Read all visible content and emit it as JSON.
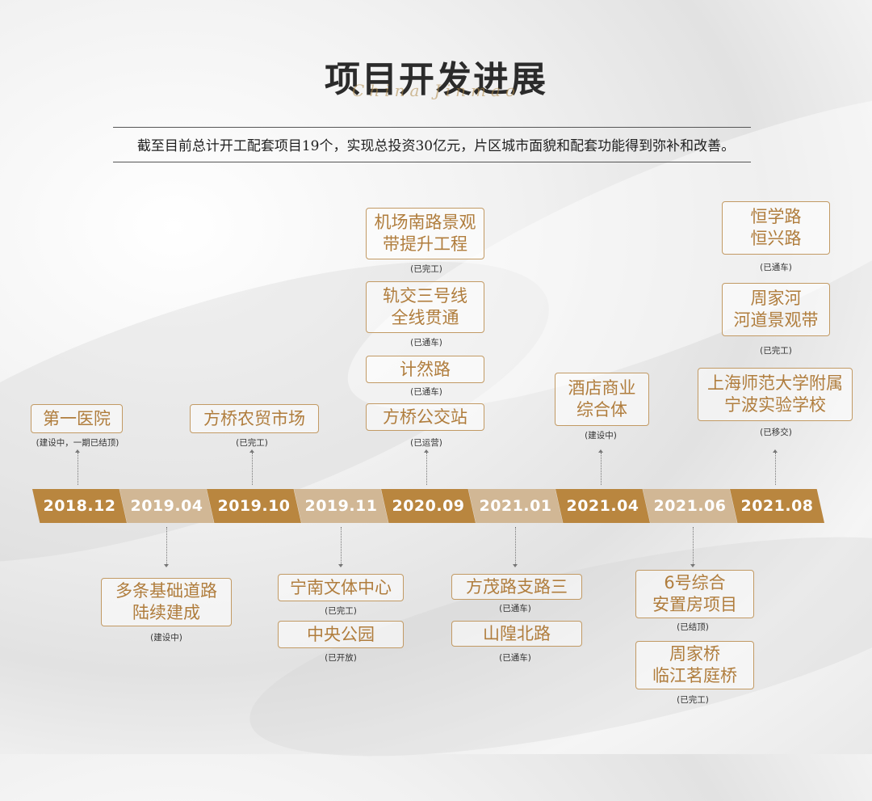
{
  "header": {
    "title": "项目开发进展",
    "script": "China Jinmao",
    "subtitle": "截至目前总计开工配套项目19个，实现总投资30亿元，片区城市面貌和配套功能得到弥补和改善。"
  },
  "colors": {
    "dark_segment": "#b9863f",
    "light_segment": "#d1b795",
    "box_border": "#c29a64",
    "box_text": "#b07d3d"
  },
  "timeline": [
    {
      "date": "2018.12",
      "style": "dark"
    },
    {
      "date": "2019.04",
      "style": "light"
    },
    {
      "date": "2019.10",
      "style": "dark"
    },
    {
      "date": "2019.11",
      "style": "light"
    },
    {
      "date": "2020.09",
      "style": "dark"
    },
    {
      "date": "2021.01",
      "style": "light"
    },
    {
      "date": "2021.04",
      "style": "dark"
    },
    {
      "date": "2021.06",
      "style": "light"
    },
    {
      "date": "2021.08",
      "style": "dark"
    }
  ],
  "projects": {
    "p1": {
      "name": "第一医院",
      "status": "(建设中，一期已结顶)"
    },
    "p2": {
      "name": "多条基础道路\n陆续建成",
      "status": "(建设中)"
    },
    "p3": {
      "name": "方桥农贸市场",
      "status": "(已完工)"
    },
    "p4": {
      "name": "宁南文体中心",
      "status": "(已完工)"
    },
    "p5": {
      "name": "中央公园",
      "status": "(已开放)"
    },
    "p6": {
      "name": "机场南路景观\n带提升工程",
      "status": "(已完工)"
    },
    "p7": {
      "name": "轨交三号线\n全线贯通",
      "status": "(已通车)"
    },
    "p8": {
      "name": "计然路",
      "status": "(已通车)"
    },
    "p9": {
      "name": "方桥公交站",
      "status": "(已运营)"
    },
    "p10": {
      "name": "方茂路支路三",
      "status": "(已通车)"
    },
    "p11": {
      "name": "山隍北路",
      "status": "(已通车)"
    },
    "p12": {
      "name": "酒店商业\n综合体",
      "status": "(建设中)"
    },
    "p13": {
      "name": "6号综合\n安置房项目",
      "status": "(已结顶)"
    },
    "p14": {
      "name": "周家桥\n临江茗庭桥",
      "status": "(已完工)"
    },
    "p15": {
      "name": "恒学路\n恒兴路",
      "status": "(已通车)"
    },
    "p16": {
      "name": "周家河\n河道景观带",
      "status": "(已完工)"
    },
    "p17": {
      "name": "上海师范大学附属\n宁波实验学校",
      "status": "(已移交)"
    }
  }
}
